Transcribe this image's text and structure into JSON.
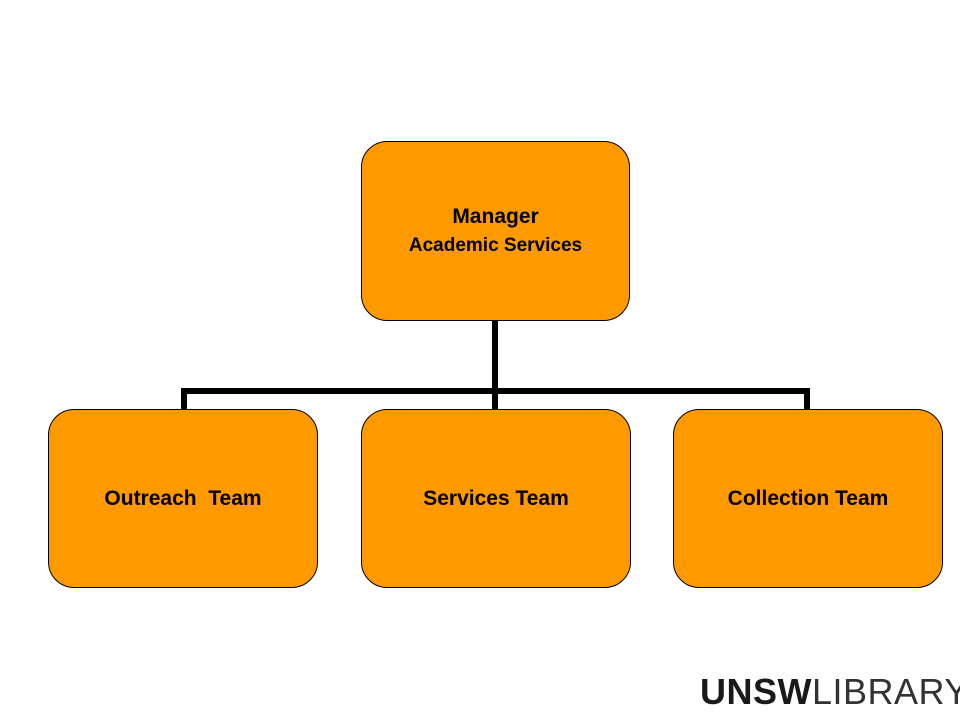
{
  "root": {
    "title": "Manager",
    "subtitle": "Academic Services"
  },
  "children": [
    {
      "label": "Outreach  Team"
    },
    {
      "label": "Services Team"
    },
    {
      "label": "Collection Team"
    }
  ],
  "logo": {
    "strong": "UNSW",
    "light": "LIBRARY"
  },
  "colors": {
    "node_fill": "#ff9900",
    "line": "#000000"
  }
}
